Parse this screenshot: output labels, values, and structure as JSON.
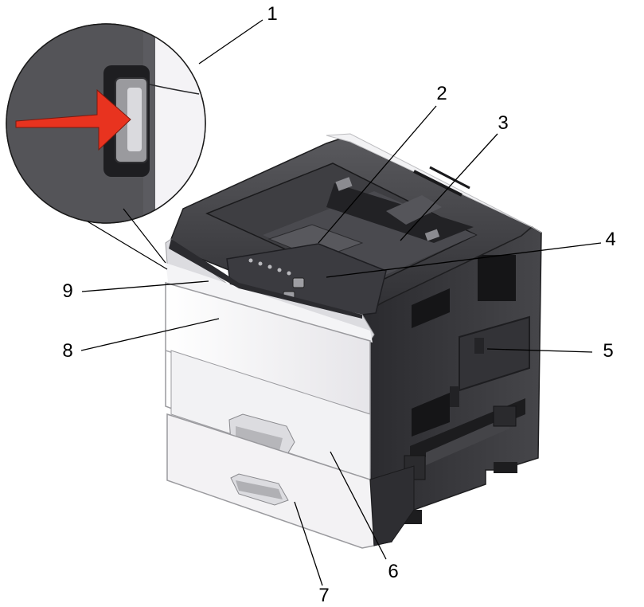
{
  "colors": {
    "body_light": "#f3f2f4",
    "body_mid": "#e2e1e5",
    "body_shadow": "#c9c8cc",
    "body_dark": "#3a3a3e",
    "body_darker": "#26262a",
    "vent": "#1a1a1c",
    "arrow": "#e8331f",
    "inset_bg": "#545458",
    "line": "#000000"
  },
  "callouts": [
    {
      "id": "1",
      "number": "1"
    },
    {
      "id": "2",
      "number": "2"
    },
    {
      "id": "3",
      "number": "3"
    },
    {
      "id": "4",
      "number": "4"
    },
    {
      "id": "5",
      "number": "5"
    },
    {
      "id": "6",
      "number": "6"
    },
    {
      "id": "7",
      "number": "7"
    },
    {
      "id": "8",
      "number": "8"
    },
    {
      "id": "9",
      "number": "9"
    }
  ]
}
